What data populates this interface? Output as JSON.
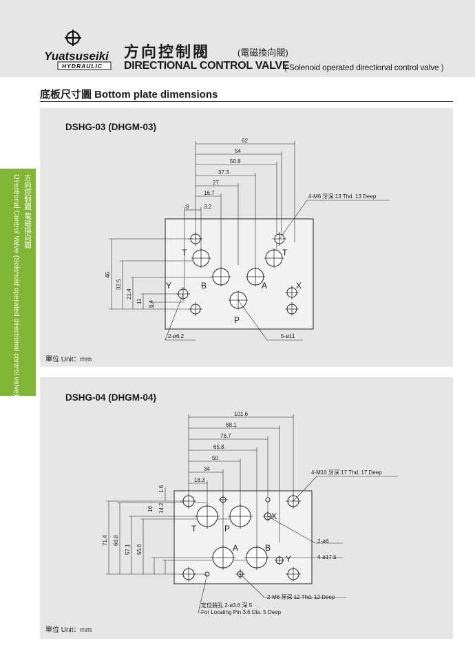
{
  "header": {
    "logo_text": "Yuatsuseiki",
    "logo_sub": "HYDRAULIC",
    "title_zh": "方向控制閥",
    "title_zh_sub": "(電磁換向閥)",
    "title_en": "DIRECTIONAL CONTROL VALVE",
    "title_en_sub": "( Solenoid operated directional control valve )"
  },
  "section": {
    "title": "底板尺寸圖  Bottom plate dimensions"
  },
  "side_tab": {
    "line1": "方向控制閥 電磁換向閥",
    "line2": "Directional Control Valve (Solenoid operated directional control valve)"
  },
  "colors": {
    "accent_green": "#7fb735",
    "panel_bg": "#e6e6e6",
    "plate_bg": "#f2f2f2"
  },
  "diagram1": {
    "title": "DSHG-03 (DHGM-03)",
    "unit": "單位 Unit：mm",
    "h_dims": [
      "62",
      "54",
      "50.8",
      "37.3",
      "27",
      "16.7",
      "8",
      "3.2"
    ],
    "v_dims": [
      "46",
      "32.5",
      "21.4",
      "11",
      "6.4"
    ],
    "ports": {
      "t1": "T",
      "t2": "T",
      "b": "B",
      "a": "A",
      "y": "Y",
      "x": "X",
      "p": "P"
    },
    "notes": {
      "thread": "4-M6 牙深 13 Thd. 13 Deep",
      "small": "2-ø6.2",
      "large": "5-ø11"
    }
  },
  "diagram2": {
    "title": "DSHG-04 (DHGM-04)",
    "unit": "單位 Unit：mm",
    "h_dims": [
      "101.6",
      "88.1",
      "76.7",
      "65.8",
      "50",
      "34",
      "18.3"
    ],
    "v_dims": [
      "71.4",
      "69.8",
      "57.1",
      "55.6",
      "16",
      "14.2",
      "1.6"
    ],
    "ports": {
      "t": "T",
      "p": "P",
      "a": "A",
      "b": "B",
      "x": "X",
      "y": "Y"
    },
    "notes": {
      "thread": "4-M10 牙深 17  Thd. 17 Deep",
      "small": "2-ø6",
      "large": "4-ø17.5",
      "thread2": "2-M6 牙深 12 Thd. 12 Deep",
      "pin_zh": "定位銷孔 2-ø3.6 深 5",
      "pin_en": "For Locating Pin 3.6 Dia. 5 Deep"
    }
  }
}
